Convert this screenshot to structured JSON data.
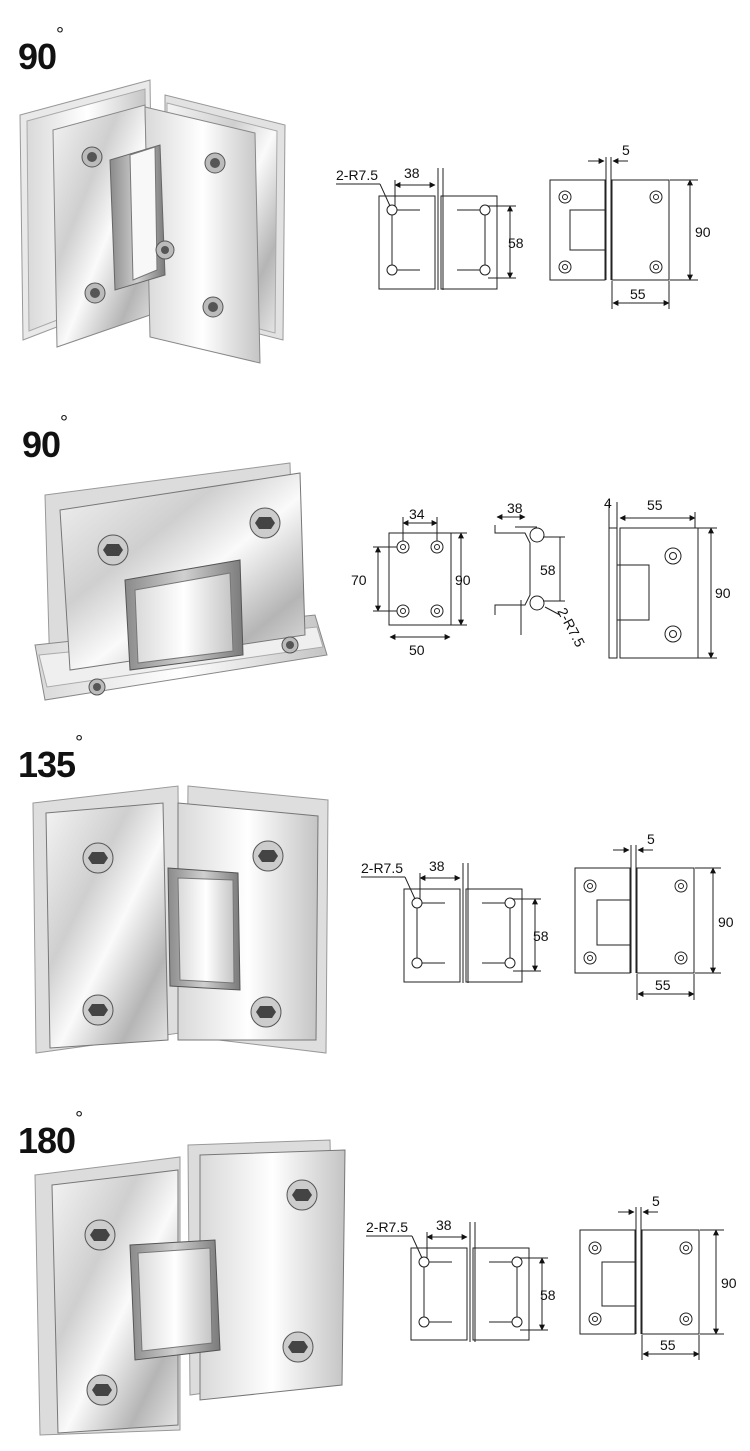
{
  "hinges": [
    {
      "angle": "90",
      "degree_symbol": "°",
      "labels": {
        "radius": "2-R7.5",
        "hole_spacing": "38",
        "slot_height": "58",
        "gap": "5",
        "height": "90",
        "plate_width": "55"
      }
    },
    {
      "angle": "90",
      "degree_symbol": "°",
      "labels": {
        "top_spacing": "34",
        "vertical_spacing": "70",
        "height": "90",
        "width": "50",
        "offset": "38",
        "slot_height": "58",
        "radius": "2-R7.5",
        "thickness": "4",
        "plate_width": "55",
        "plate_height": "90"
      }
    },
    {
      "angle": "135",
      "degree_symbol": "°",
      "labels": {
        "radius": "2-R7.5",
        "hole_spacing": "38",
        "slot_height": "58",
        "gap": "5",
        "height": "90",
        "plate_width": "55"
      }
    },
    {
      "angle": "180",
      "degree_symbol": "°",
      "labels": {
        "radius": "2-R7.5",
        "hole_spacing": "38",
        "slot_height": "58",
        "gap": "5",
        "height": "90",
        "plate_width": "55"
      }
    }
  ]
}
